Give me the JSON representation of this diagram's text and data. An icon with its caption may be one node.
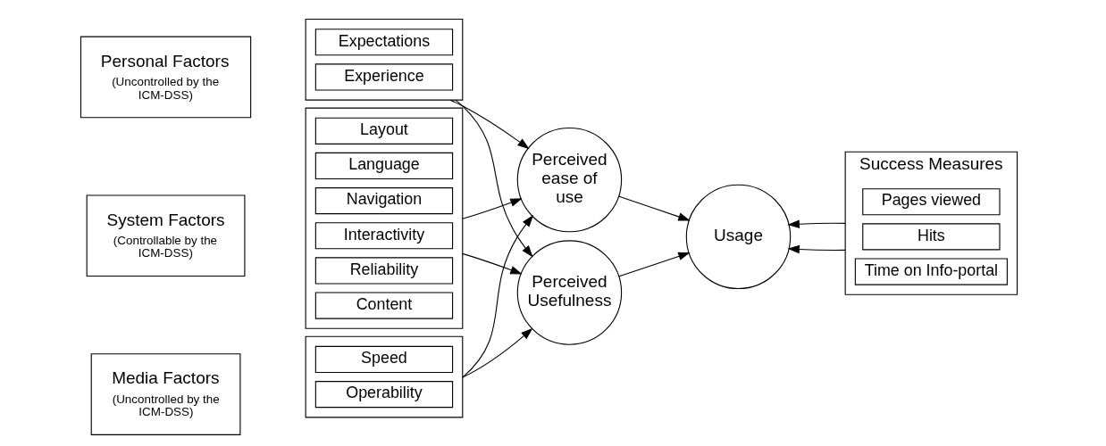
{
  "diagram": {
    "nodes": [
      {
        "text": [
          "Personal Factors",
          "(Uncontrolled by the ICM-DSS)"
        ]
      },
      {
        "text": [],
        "shape": "box"
      },
      {
        "text": [
          "Expectations"
        ],
        "in": 1
      },
      {
        "text": [
          "Experience"
        ],
        "in": 1
      },
      {
        "text": [
          "System Factors",
          "(Controllable by the ICM-DSS)"
        ]
      },
      {
        "text": [],
        "shape": "box"
      },
      {
        "text": [
          "Layout"
        ],
        "in": 5
      },
      {
        "text": [
          "Language"
        ],
        "in": 5
      },
      {
        "text": [
          "Navigation"
        ],
        "in": 5
      },
      {
        "text": [
          "Interactivity"
        ],
        "in": 5
      },
      {
        "text": [
          "Reliability"
        ],
        "in": 5
      },
      {
        "text": [
          "Content"
        ],
        "in": 5
      },
      {
        "text": [
          "Media Factors",
          "(Uncontrolled by the ICM-DSS)"
        ]
      },
      {
        "text": [],
        "shape": "box"
      },
      {
        "text": [
          "Speed"
        ],
        "in": 13
      },
      {
        "text": [
          "Operability"
        ],
        "in": 13
      },
      {
        "text": [
          "Perceived ease of use"
        ]
      },
      {
        "text": [
          "Perceived Usefulness"
        ]
      },
      {
        "text": [
          "Usage"
        ]
      },
      {
        "text": [
          "Success Measures"
        ]
      },
      {
        "text": [
          "Pages viewed"
        ],
        "in": 19
      },
      {
        "text": [
          "Hits"
        ],
        "in": 19
      },
      {
        "text": [
          "Time on Info-portal"
        ],
        "in": 19
      }
    ],
    "edges": [
      {
        "from": 1,
        "to": 16,
        "arrow": "to"
      },
      {
        "from": 1,
        "to": 17,
        "arrow": "to"
      },
      {
        "from": 5,
        "to": 16,
        "arrow": "to"
      },
      {
        "from": 5,
        "to": 17,
        "arrow": "to"
      },
      {
        "from": 13,
        "to": 16,
        "arrow": "to"
      },
      {
        "from": 13,
        "to": 17,
        "arrow": "to"
      },
      {
        "from": 16,
        "to": 18,
        "arrow": "to"
      },
      {
        "from": 17,
        "to": 18,
        "arrow": "to"
      },
      {
        "from": 19,
        "to": 18,
        "arrow": "to"
      },
      {
        "from": 19,
        "to": 18,
        "arrow": "to"
      }
    ]
  }
}
